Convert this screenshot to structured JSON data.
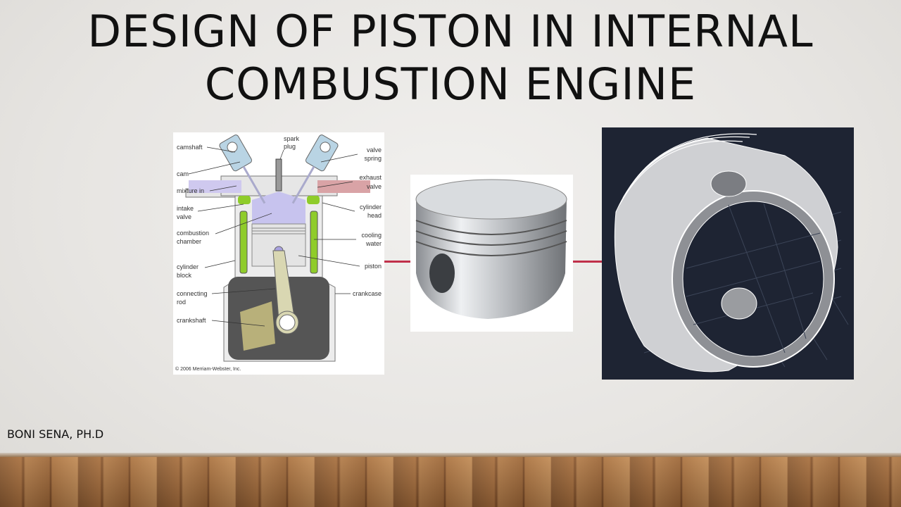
{
  "slide": {
    "title_line1": "DESIGN OF PISTON IN INTERNAL",
    "title_line2": "COMBUSTION ENGINE",
    "author": "BONI SENA, PH.D"
  },
  "diagram": {
    "labels": {
      "camshaft": "camshaft",
      "spark_plug_1": "spark",
      "spark_plug_2": "plug",
      "valve_spring_1": "valve",
      "valve_spring_2": "spring",
      "cam": "cam",
      "exhaust_valve_1": "exhaust",
      "exhaust_valve_2": "valve",
      "mixture_in": "mixture in",
      "intake_valve_1": "intake",
      "intake_valve_2": "valve",
      "cylinder_head_1": "cylinder",
      "cylinder_head_2": "head",
      "combustion_chamber_1": "combustion",
      "combustion_chamber_2": "chamber",
      "cooling_water_1": "cooling",
      "cooling_water_2": "water",
      "cylinder_block_1": "cylinder",
      "cylinder_block_2": "block",
      "piston": "piston",
      "connecting_rod_1": "connecting",
      "connecting_rod_2": "rod",
      "crankcase": "crankcase",
      "crankshaft": "crankshaft"
    },
    "copyright": "© 2006 Merriam-Webster, Inc."
  },
  "colors": {
    "connector": "#c0304a",
    "cad_background": "#1e2433",
    "coolant": "#8fcc2a",
    "chamber": "#c7c3ee"
  }
}
